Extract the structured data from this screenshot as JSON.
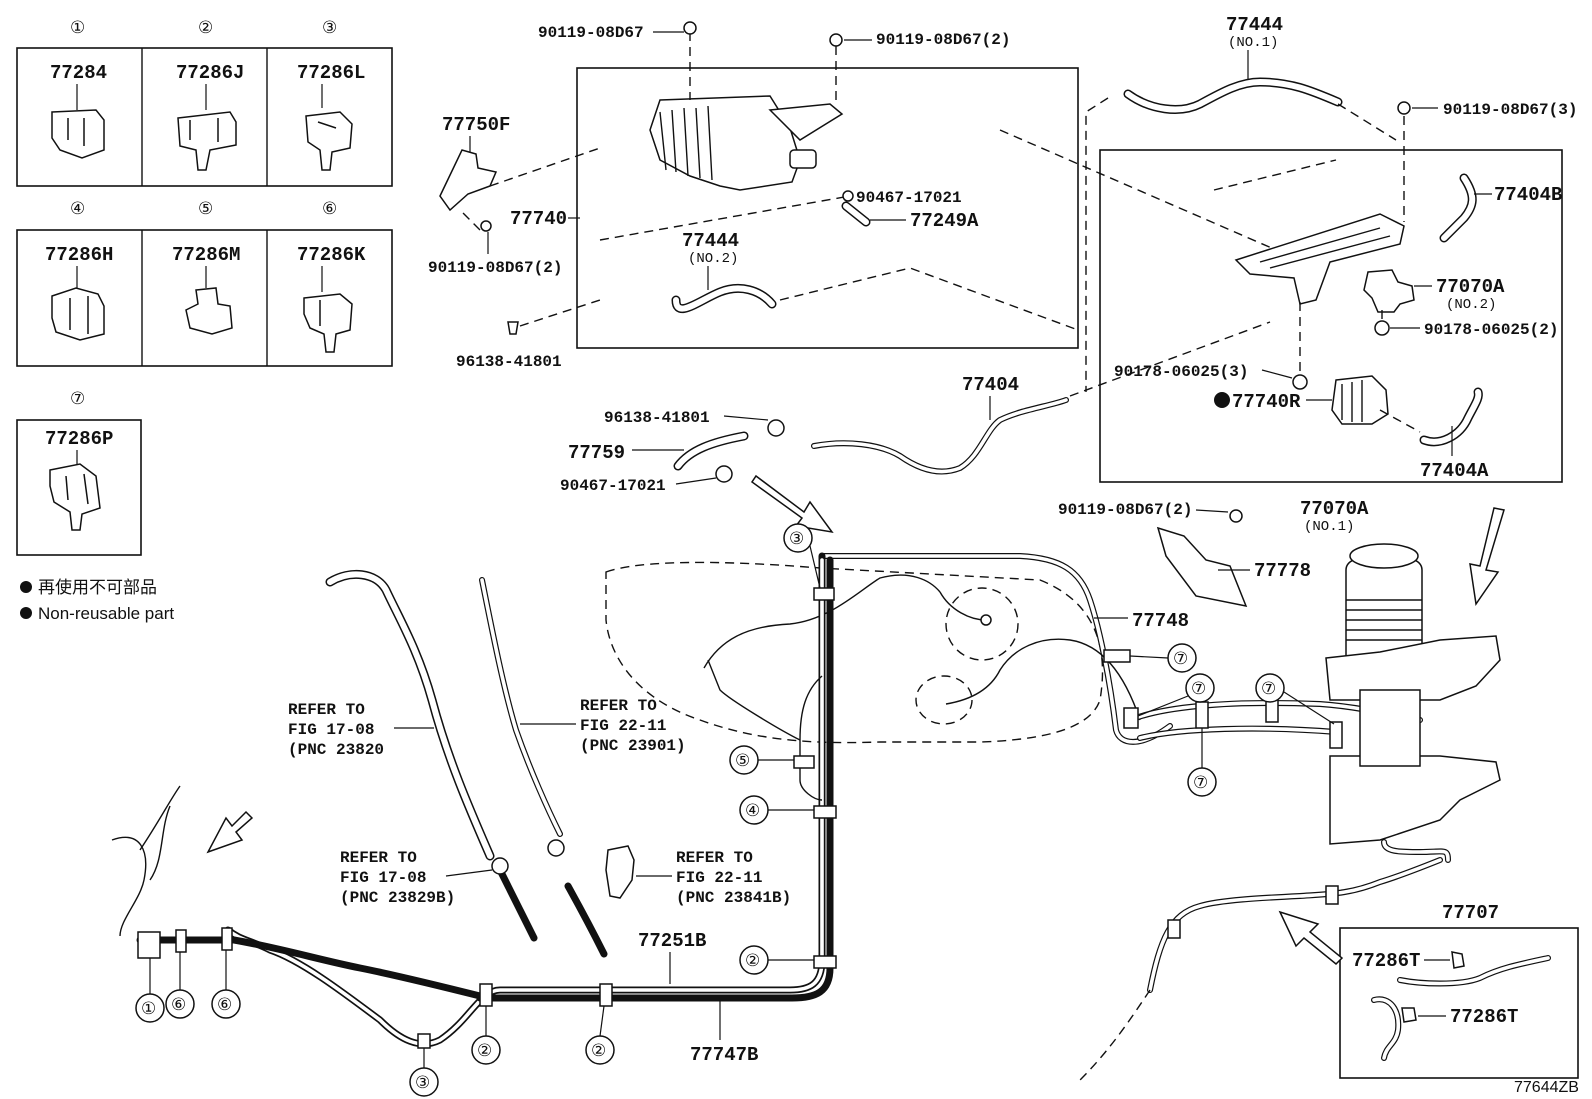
{
  "diagram_id": "77644ZB",
  "legend": {
    "note_jp": "再使用不可部品",
    "note_en": "Non-reusable part"
  },
  "clip_table": [
    {
      "no": "①",
      "part": "77284"
    },
    {
      "no": "②",
      "part": "77286J"
    },
    {
      "no": "③",
      "part": "77286L"
    },
    {
      "no": "④",
      "part": "77286H"
    },
    {
      "no": "⑤",
      "part": "77286M"
    },
    {
      "no": "⑥",
      "part": "77286K"
    },
    {
      "no": "⑦",
      "part": "77286P"
    }
  ],
  "parts": {
    "p_77750F": "77750F",
    "p_bolt_top1": "90119-08D67",
    "p_bolt_top2": "90119-08D67(2)",
    "p_bolt_left": "90119-08D67(2)",
    "p_77740": "77740",
    "p_90467_top": "90467-17021",
    "p_77249A": "77249A",
    "p_77444_no2": "77444",
    "p_77444_no2_sub": "(NO.2)",
    "p_96138_top": "96138-41801",
    "p_77444_no1": "77444",
    "p_77444_no1_sub": "(NO.1)",
    "p_bolt_right3": "90119-08D67(3)",
    "p_77404B": "77404B",
    "p_77070A_no2": "77070A",
    "p_77070A_no2_sub": "(NO.2)",
    "p_90178_2": "90178-06025(2)",
    "p_90178_3": "90178-06025(3)",
    "p_77740R": "77740R",
    "p_77404A": "77404A",
    "p_77070A_no1": "77070A",
    "p_77070A_no1_sub": "(NO.1)",
    "p_77404": "77404",
    "p_96138_mid": "96138-41801",
    "p_77759": "77759",
    "p_90467_mid": "90467-17021",
    "p_bolt_mid2": "90119-08D67(2)",
    "p_77778": "77778",
    "p_77748": "77748",
    "p_77251B": "77251B",
    "p_77747B": "77747B",
    "p_77707": "77707",
    "p_77286T_a": "77286T",
    "p_77286T_b": "77286T"
  },
  "refer_blocks": [
    {
      "l1": "REFER TO",
      "l2": "FIG 17-08",
      "l3": "(PNC 23820"
    },
    {
      "l1": "REFER TO",
      "l2": "FIG 22-11",
      "l3": "(PNC 23901)"
    },
    {
      "l1": "REFER TO",
      "l2": "FIG 17-08",
      "l3": "(PNC 23829B)"
    },
    {
      "l1": "REFER TO",
      "l2": "FIG 22-11",
      "l3": "(PNC 23841B)"
    }
  ],
  "callouts": {
    "c_3_top": "③",
    "c_5": "⑤",
    "c_4": "④",
    "c_2_right": "②",
    "c_7_a": "⑦",
    "c_7_b": "⑦",
    "c_7_c": "⑦",
    "c_7_d": "⑦",
    "c_1": "①",
    "c_6_a": "⑥",
    "c_6_b": "⑥",
    "c_2_a": "②",
    "c_2_b": "②",
    "c_3_bottom": "③"
  }
}
